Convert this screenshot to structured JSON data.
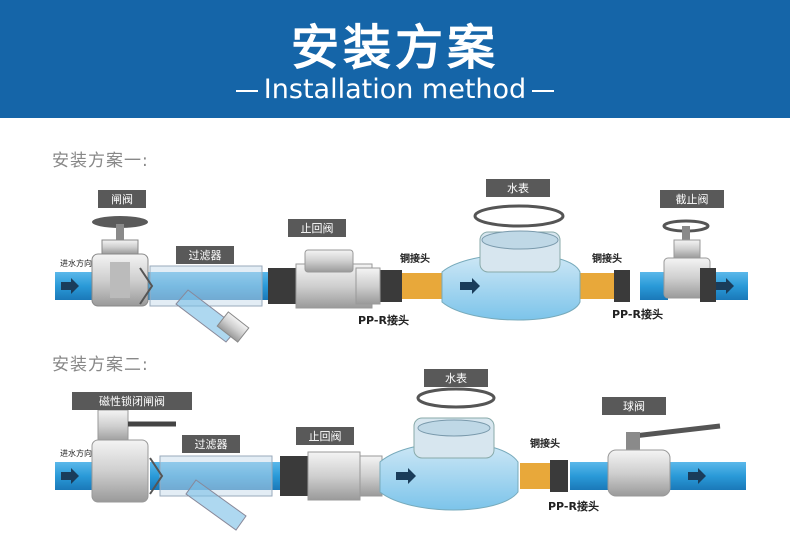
{
  "header": {
    "title": "安装方案",
    "subtitle": "Installation method",
    "bg_color": "#1565a8"
  },
  "plan1": {
    "title": "安装方案一:",
    "flow_label": "进水方向",
    "labels": {
      "gate_valve": "闸阀",
      "filter": "过滤器",
      "check_valve": "止回阀",
      "water_meter": "水表",
      "copper_joint_left": "铜接头",
      "copper_joint_right": "铜接头",
      "ppr_left": "PP-R接头",
      "ppr_right": "PP-R接头",
      "stop_valve": "截止阀"
    }
  },
  "plan2": {
    "title": "安装方案二:",
    "flow_label": "进水方向",
    "labels": {
      "magnetic_gate_valve": "磁性锁闭闸阀",
      "filter": "过滤器",
      "check_valve": "止回阀",
      "water_meter": "水表",
      "copper_joint": "铜接头",
      "ppr": "PP-R接头",
      "ball_valve": "球阀"
    }
  },
  "colors": {
    "pipe": "#2a9ad8",
    "copper": "#e8a83a",
    "label_bg": "#595959"
  }
}
